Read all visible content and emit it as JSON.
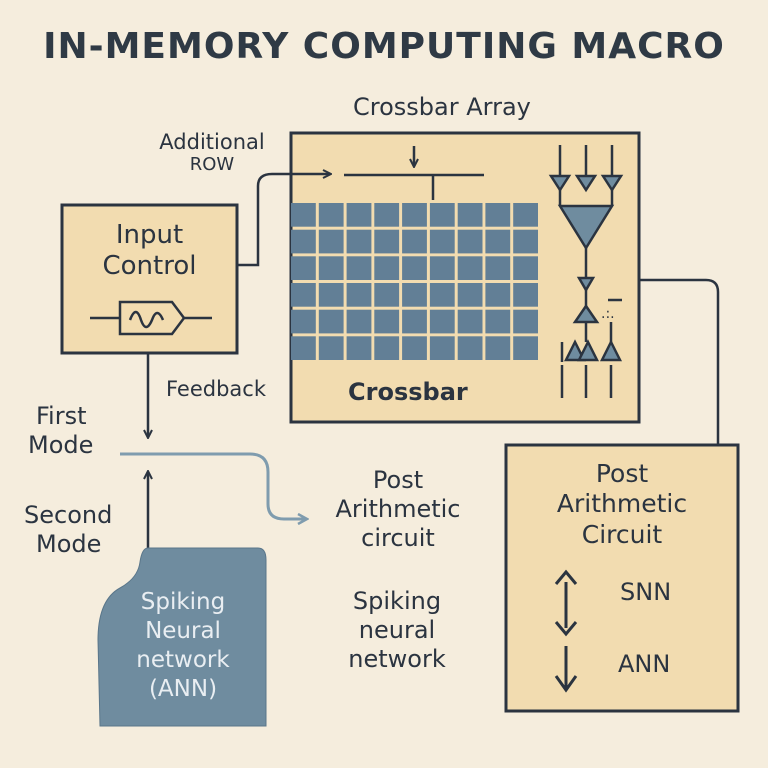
{
  "title": "IN-MEMORY COMPUTING MACRO",
  "labels": {
    "crossbar_array": "Crossbar Array",
    "additional_row": [
      "Additional",
      "ROW"
    ],
    "input_control": [
      "Input",
      "Control"
    ],
    "crossbar": "Crossbar",
    "feedback": "Feedback",
    "first_mode": [
      "First",
      "Mode"
    ],
    "second_mode": [
      "Second",
      "Mode"
    ],
    "post_arithmetic_text": [
      "Post",
      "Arithmetic",
      "circuit"
    ],
    "spiking_text": [
      "Spiking",
      "neural",
      "network"
    ],
    "snn_blob": [
      "Spiking",
      "Neural",
      "network",
      "(ANN)"
    ],
    "post_box": [
      "Post",
      "Arithmetic",
      "Circuit"
    ],
    "snn": "SNN",
    "ann": "ANN"
  },
  "grid": {
    "rows": 6,
    "cols": 9
  },
  "colors": {
    "background": "#f5eddd",
    "box_fill": "#f2dcb0",
    "grid_cell": "#627f96",
    "stroke": "#2b3440",
    "blob_fill": "#6f8c9f",
    "blob_text": "#e9eef2",
    "flow_line": "#7f9cae"
  }
}
